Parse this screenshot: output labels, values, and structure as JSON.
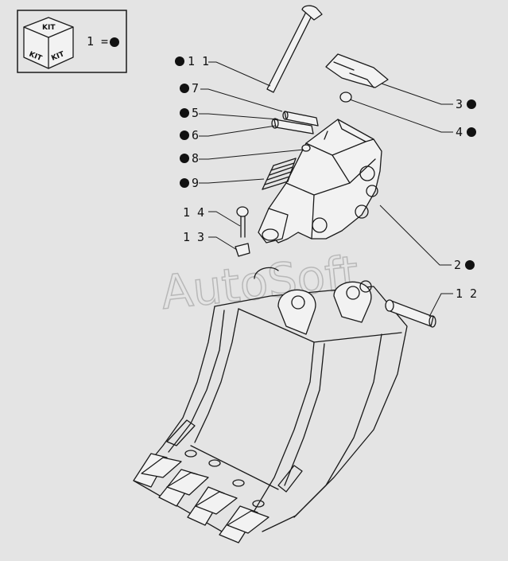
{
  "legend": {
    "kit_text": "KIT",
    "equals": "1 ="
  },
  "callouts": [
    {
      "id": "11",
      "text": "1 1",
      "marked": true
    },
    {
      "id": "7",
      "text": "7",
      "marked": true
    },
    {
      "id": "5",
      "text": "5",
      "marked": true
    },
    {
      "id": "6",
      "text": "6",
      "marked": true
    },
    {
      "id": "8",
      "text": "8",
      "marked": true
    },
    {
      "id": "9",
      "text": "9",
      "marked": true
    },
    {
      "id": "14",
      "text": "1 4",
      "marked": false
    },
    {
      "id": "13",
      "text": "1 3",
      "marked": false
    },
    {
      "id": "3",
      "text": "3",
      "marked": true
    },
    {
      "id": "4",
      "text": "4",
      "marked": true
    },
    {
      "id": "2",
      "text": "2",
      "marked": true
    },
    {
      "id": "12",
      "text": "1 2",
      "marked": false
    }
  ],
  "watermark": "AutoSoft"
}
